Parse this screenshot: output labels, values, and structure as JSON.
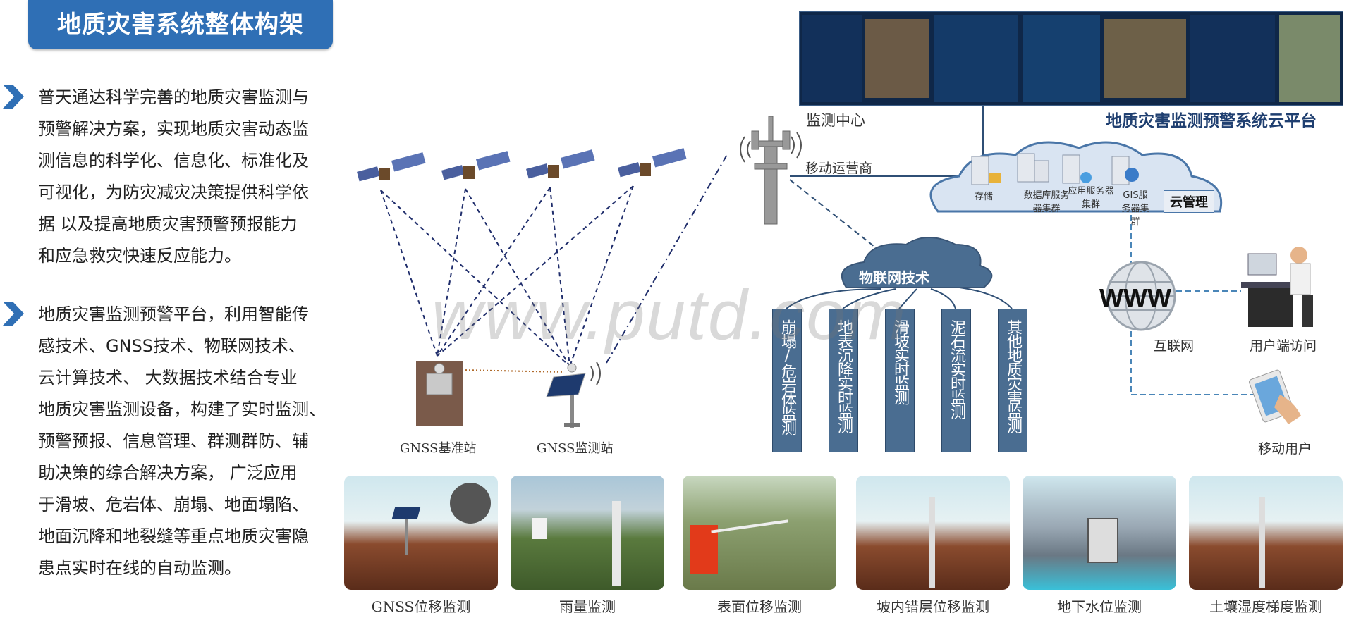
{
  "title": "地质灾害系统整体构架",
  "paragraphs": [
    {
      "lines": [
        "普天通达科学完善的地质灾害监测与",
        "预警解决方案，实现地质灾害动态监",
        "测信息的科学化、信息化、标准化及",
        "可视化，为防灾减灾决策提供科学依",
        "据 以及提高地质灾害预警预报能力",
        "和应急救灾快速反应能力。"
      ]
    },
    {
      "lines": [
        "地质灾害监测预警平台，利用智能传",
        "感技术、GNSS技术、物联网技术、",
        "云计算技术、 大数据技术结合专业",
        "地质灾害监测设备，构建了实时监测、",
        "预警预报、信息管理、群测群防、辅",
        "助决策的综合解决方案， 广泛应用",
        "于滑坡、危岩体、崩塌、地面塌陷、",
        "地面沉降和地裂缝等重点地质灾害隐",
        "患点实时在线的自动监测。"
      ]
    }
  ],
  "labels": {
    "monitor_center": "监测中心",
    "cloud_platform": "地质灾害监测预警系统云平台",
    "mobile_operator": "移动运营商",
    "iot": "物联网技术",
    "gnss_base": "GNSS基准站",
    "gnss_monitor": "GNSS监测站",
    "internet": "互联网",
    "user_access": "用户端访问",
    "mobile_user": "移动用户",
    "www": "WWW"
  },
  "cloud_items": [
    "存储",
    "数据库服务器集群",
    "应用服务器集群",
    "GIS服务器集群"
  ],
  "cloud_manage": "云管理",
  "monitor_types": [
    "崩塌/危岩体监测",
    "地表沉降实时监测",
    "滑坡实时监测",
    "泥石流实时监测",
    "其他地质灾害监测"
  ],
  "panels": [
    "GNSS位移监测",
    "雨量监测",
    "表面位移监测",
    "坡内错层位移监测",
    "地下水位监测",
    "土壤湿度梯度监测"
  ],
  "watermark": "www.putd.com",
  "colors": {
    "accent": "#2f6fb5",
    "box": "#4a6d91",
    "dash": "#1f2d6b"
  }
}
